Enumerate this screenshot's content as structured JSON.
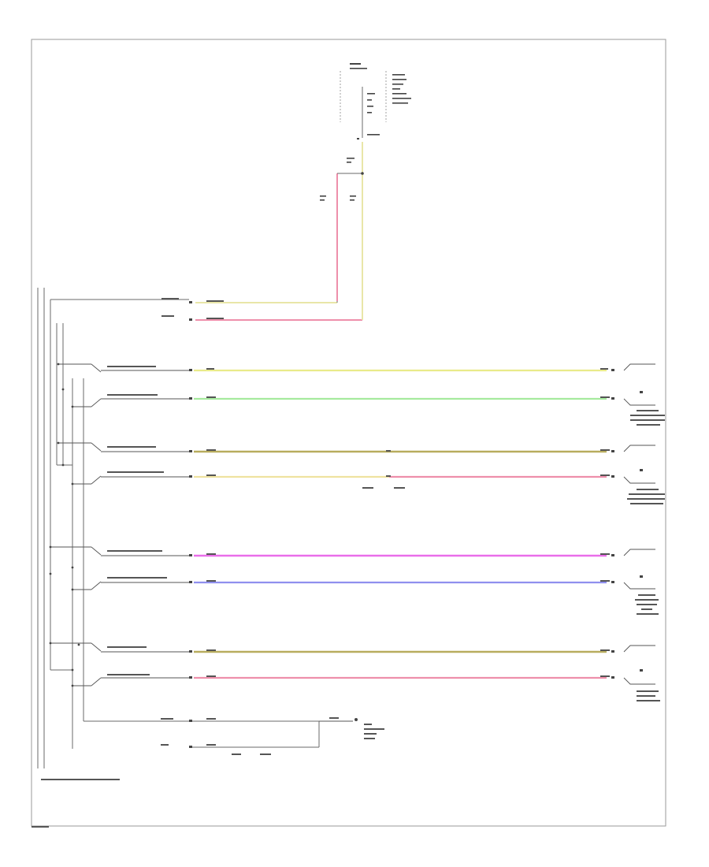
{
  "colors": {
    "yellow": "#e9e6a8",
    "pink": "#ee8fab",
    "lime": "#e9eb8a",
    "green": "#a6ea9e",
    "olive": "#b8ac5e",
    "pale_yellow": "#efe3a0",
    "magenta": "#e96ee9",
    "blue": "#8f8fee",
    "frame": "#9a9a9a",
    "wire_gray": "#6a6a6a"
  },
  "wires": [
    {
      "name": "feed-yellow-vertical",
      "color": "yellow"
    },
    {
      "name": "feed-pink-vertical",
      "color": "pink"
    },
    {
      "name": "row-1",
      "color": "lime"
    },
    {
      "name": "row-2",
      "color": "green"
    },
    {
      "name": "row-3",
      "color": "olive"
    },
    {
      "name": "row-4",
      "color": "pale_yellow"
    },
    {
      "name": "row-5",
      "color": "magenta"
    },
    {
      "name": "row-6",
      "color": "blue"
    },
    {
      "name": "row-7",
      "color": "olive"
    },
    {
      "name": "row-8",
      "color": "pink"
    }
  ],
  "icons": [
    "ground-icon",
    "switch-contact-icon",
    "connector-pin-icon"
  ]
}
